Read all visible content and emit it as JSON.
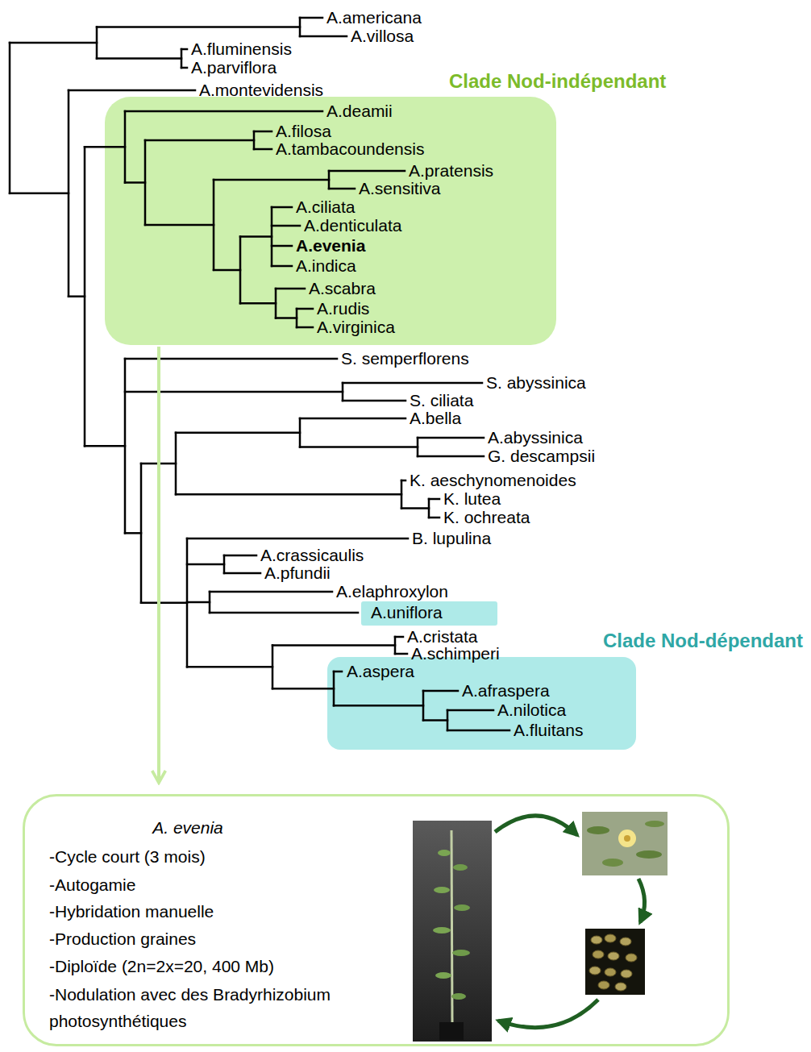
{
  "diagram": {
    "nodes": [
      {
        "text": [
          "Clade Nod-indépendant",
          "A.deamii",
          "A.filosa",
          "A.tambacoundensis",
          "A.pratensis",
          "A.sensitiva",
          "A.ciliata",
          "A.denticulata",
          "A.evenia",
          "A.indica",
          "A.scabra",
          "A.rudis",
          "A.virginica"
        ]
      },
      {
        "text": [
          "A.uniflora"
        ]
      },
      {
        "text": [
          "Clade Nod-dépendant",
          "A.aspera",
          "A.afraspera",
          "A.nilotica",
          "A.fluitans"
        ]
      },
      {
        "text": [
          "A. evenia",
          "-Cycle court (3 mois)",
          "-Autogamie",
          "-Hybridation manuelle",
          "-Production graines",
          "-Diploïde (2n=2x=20, 400 Mb)",
          "-Nodulation avec des Bradyrhizobium photosynthétiques"
        ]
      }
    ],
    "edges": [
      {
        "from": 0,
        "to": 3,
        "arrow": "to"
      }
    ],
    "labels": [
      "A.americana",
      "A.villosa",
      "A.fluminensis",
      "A.parviflora",
      "A.montevidensis",
      "S. semperflorens",
      "S. abyssinica",
      "S. ciliata",
      "A.bella",
      "A.abyssinica",
      "G. descampsii",
      "K. aeschynomenoides",
      "K. lutea",
      "K. ochreata",
      "B. lupulina",
      "A.crassicaulis",
      "A.pfundii",
      "A.elaphroxylon",
      "A.cristata",
      "A.schimperi"
    ]
  }
}
